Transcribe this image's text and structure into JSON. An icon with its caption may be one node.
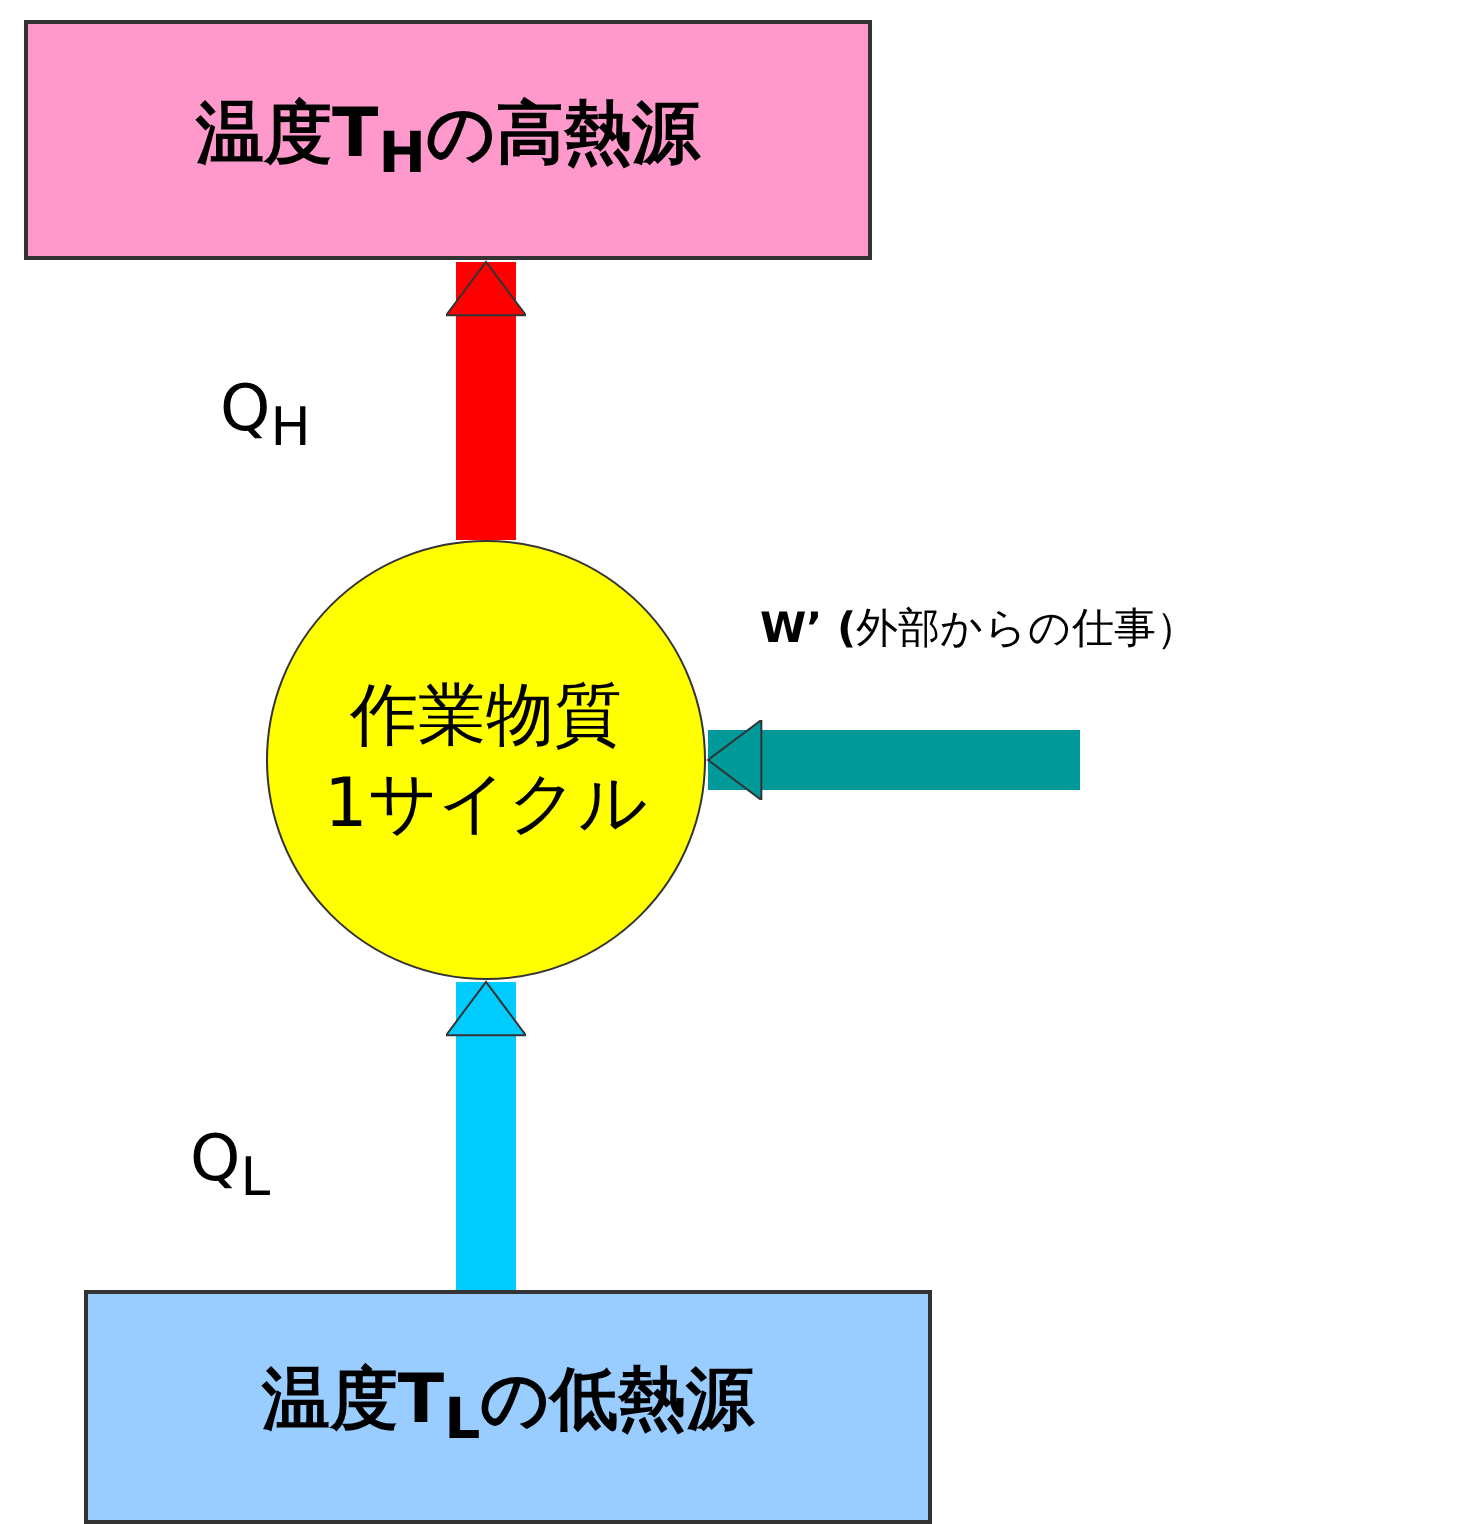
{
  "diagram": {
    "nodes": [
      {
        "text": [
          "温度T$_{H}$の高熱源"
        ]
      },
      {
        "text": [
          "作業物質",
          "1サイクル"
        ]
      },
      {
        "text": [
          "温度T$_{L}$の低熱源"
        ]
      }
    ],
    "edges": [
      {
        "from": 1,
        "to": 0,
        "arrow": "to",
        "label": "Q$_{H}$",
        "color": "#ff0000"
      },
      {
        "from": null,
        "to": 1,
        "arrow": "to",
        "label": "**W’  (**外部からの仕事）",
        "color": "#009999"
      },
      {
        "from": 2,
        "to": 1,
        "arrow": "to",
        "label": "Q$_{L}$",
        "color": "#00ccff"
      }
    ]
  }
}
